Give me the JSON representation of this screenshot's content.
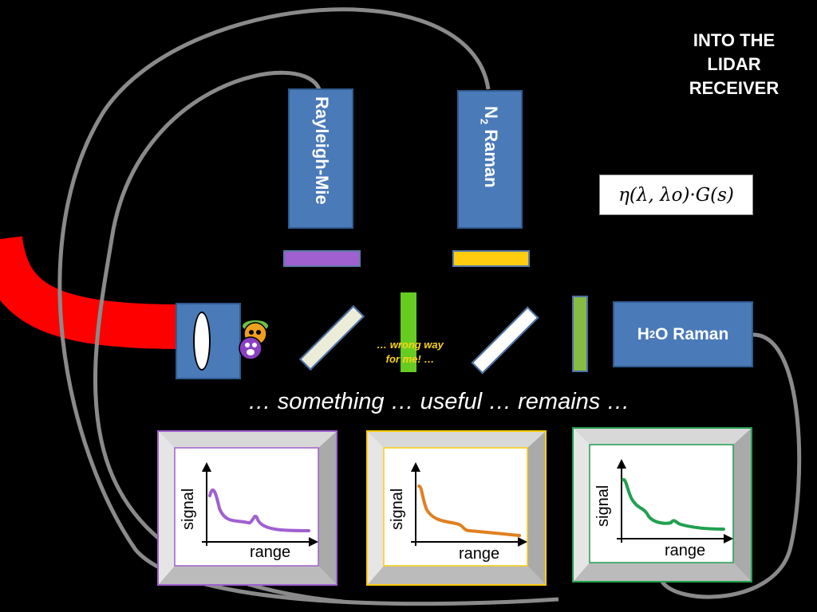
{
  "title_lines": [
    "INTO THE",
    "LIDAR",
    "RECEIVER"
  ],
  "detectors": {
    "rayleigh_label": "Rayleigh-Mie",
    "n2_label_main": "N",
    "n2_label_sub": "2",
    "n2_label_rest": " Raman",
    "h2o_label_main": "H",
    "h2o_label_sub": "2",
    "h2o_label_rest": " O Raman"
  },
  "equation": "η(λ, λo)·G(s)",
  "note_lines": [
    "… wrong way",
    "for me! …"
  ],
  "caption": "… something … useful … remains …",
  "panels": [
    {
      "ylabel": "signal",
      "xlabel": "range",
      "color": "#a060d0"
    },
    {
      "ylabel": "signal",
      "xlabel": "range",
      "color": "#e08020"
    },
    {
      "ylabel": "signal",
      "xlabel": "range",
      "color": "#20a050"
    }
  ],
  "colors": {
    "beam": "#ff0000",
    "box_blue": "#4a7ab8",
    "filter_purple": "#a060d0",
    "filter_yellow": "#ffcc10",
    "mirror_green": "#66cc22",
    "mirror_green2": "#88bb44",
    "wire": "#8a8a8a"
  }
}
